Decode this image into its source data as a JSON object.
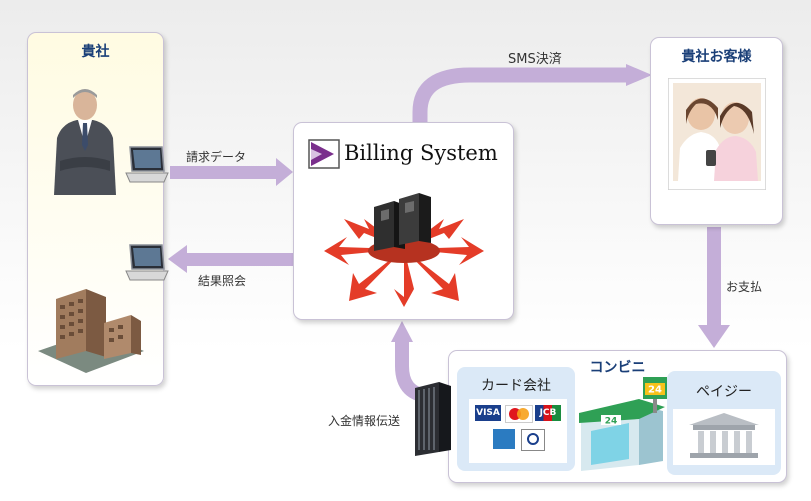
{
  "company": {
    "title": "貴社"
  },
  "customer": {
    "title": "貴社お客様"
  },
  "billing": {
    "name": "Billing System"
  },
  "flows": {
    "invoice_data": "請求データ",
    "result_query": "結果照会",
    "sms": "SMS決済",
    "payment": "お支払",
    "deposit_info": "入金情報伝送"
  },
  "convenience": {
    "title": "コンビニ",
    "store_sign": "24",
    "card_company": "カード会社",
    "payeasy": "ペイジー",
    "cards": [
      "VISA",
      "MasterCard",
      "JCB",
      "AMEX",
      "Diners Club"
    ]
  },
  "colors": {
    "arrow": "#c4aed8",
    "brand_purple": "#7a2f8c",
    "title_blue": "#1a3f78"
  }
}
